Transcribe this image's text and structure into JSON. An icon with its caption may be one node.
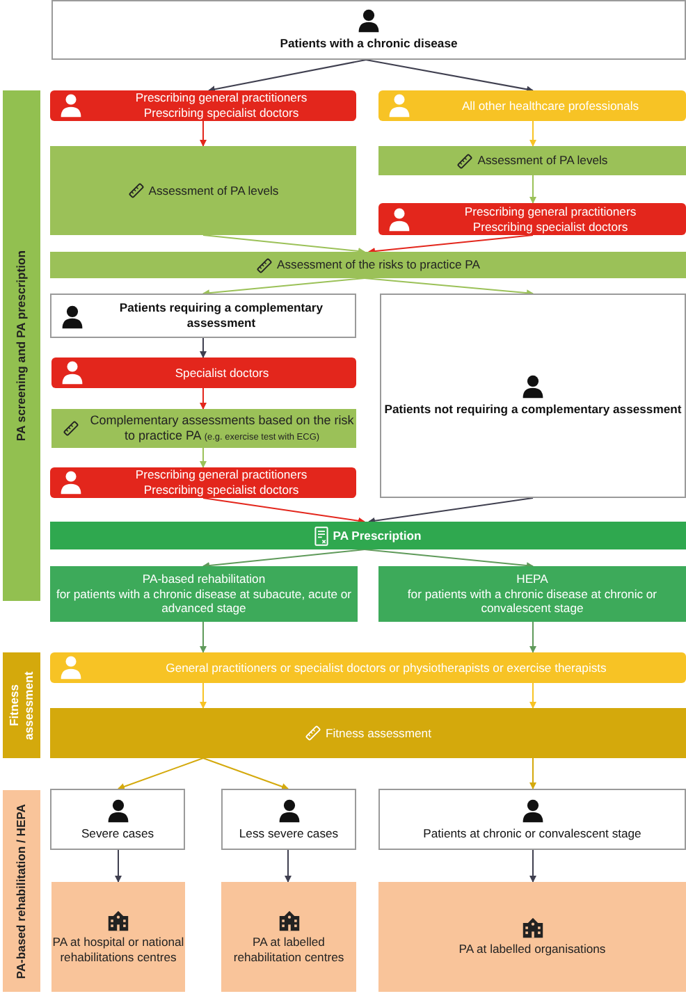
{
  "diagram": {
    "nodes": [
      {
        "text": [
          "Patients with a chronic disease"
        ]
      },
      {
        "text": [
          "PA screening and PA prescription"
        ]
      },
      {
        "text": [
          "Prescribing general practitioners",
          "Prescribing specialist doctors"
        ]
      },
      {
        "text": [
          "All other healthcare professionals"
        ]
      },
      {
        "text": [
          "Assessment of PA levels"
        ]
      },
      {
        "text": [
          "Assessment of PA levels"
        ]
      },
      {
        "text": [
          "Prescribing general practitioners",
          "Prescribing specialist doctors"
        ]
      },
      {
        "text": [
          "Assessment of the risks to practice PA"
        ]
      },
      {
        "text": [
          "Patients requiring a complementary assessment"
        ]
      },
      {
        "text": [
          "Patients not requiring a complementary assessment"
        ]
      },
      {
        "text": [
          "Specialist doctors"
        ]
      },
      {
        "text": [
          "Complementary assessments based on the risk to practice PA",
          "(e.g. exercise test with ECG)"
        ]
      },
      {
        "text": [
          "Prescribing general practitioners",
          "Prescribing specialist doctors"
        ]
      },
      {
        "text": [
          "PA Prescription"
        ]
      },
      {
        "text": [
          "PA-based rehabilitation",
          "for patients with a chronic disease at subacute, acute or advanced stage"
        ]
      },
      {
        "text": [
          "HEPA",
          "for patients with a chronic disease at chronic or convalescent stage"
        ]
      },
      {
        "text": [
          "Fitness assessment"
        ]
      },
      {
        "text": [
          "General practitioners or specialist doctors or physiotherapists or exercise therapists"
        ]
      },
      {
        "text": [
          "Fitness assessment"
        ]
      },
      {
        "text": [
          "PA-based rehabilitation / HEPA"
        ]
      },
      {
        "text": [
          "Severe cases"
        ]
      },
      {
        "text": [
          "Less severe cases"
        ]
      },
      {
        "text": [
          "Patients at chronic or convalescent stage"
        ]
      },
      {
        "text": [
          "PA at hospital or national rehabilitations centres"
        ]
      },
      {
        "text": [
          "PA at labelled rehabilitation centres"
        ]
      },
      {
        "text": [
          "PA at labelled organisations"
        ]
      }
    ],
    "edges": [
      {
        "from": 0,
        "to": 2,
        "arrow": "to"
      },
      {
        "from": 0,
        "to": 3,
        "arrow": "to"
      },
      {
        "from": 2,
        "to": 4,
        "arrow": "to",
        "color": "#e3261c"
      },
      {
        "from": 3,
        "to": 5,
        "arrow": "to",
        "color": "#f7c325"
      },
      {
        "from": 5,
        "to": 6,
        "arrow": "to",
        "color": "#9bc158"
      },
      {
        "from": 4,
        "to": 7,
        "arrow": "to",
        "color": "#9bc158"
      },
      {
        "from": 6,
        "to": 7,
        "arrow": "to",
        "color": "#e3261c"
      },
      {
        "from": 7,
        "to": 8,
        "arrow": "to",
        "color": "#9bc158"
      },
      {
        "from": 7,
        "to": 9,
        "arrow": "to",
        "color": "#9bc158"
      },
      {
        "from": 8,
        "to": 10,
        "arrow": "to"
      },
      {
        "from": 10,
        "to": 11,
        "arrow": "to",
        "color": "#e3261c"
      },
      {
        "from": 11,
        "to": 12,
        "arrow": "to",
        "color": "#9bc158"
      },
      {
        "from": 12,
        "to": 13,
        "arrow": "to",
        "color": "#e3261c"
      },
      {
        "from": 9,
        "to": 13,
        "arrow": "to"
      },
      {
        "from": 13,
        "to": 14,
        "arrow": "to",
        "color": "#5f9a5a"
      },
      {
        "from": 13,
        "to": 15,
        "arrow": "to",
        "color": "#5f9a5a"
      },
      {
        "from": 14,
        "to": 17,
        "arrow": "to",
        "color": "#5f9a5a"
      },
      {
        "from": 15,
        "to": 17,
        "arrow": "to",
        "color": "#5f9a5a"
      },
      {
        "from": 17,
        "to": 18,
        "arrow": "to",
        "color": "#f7c325"
      },
      {
        "from": 17,
        "to": 18,
        "arrow": "to",
        "color": "#f7c325"
      },
      {
        "from": 18,
        "to": 20,
        "arrow": "to",
        "color": "#d4a90c"
      },
      {
        "from": 18,
        "to": 21,
        "arrow": "to",
        "color": "#d4a90c"
      },
      {
        "from": 18,
        "to": 22,
        "arrow": "to",
        "color": "#d4a90c"
      },
      {
        "from": 20,
        "to": 23,
        "arrow": "to"
      },
      {
        "from": 21,
        "to": 24,
        "arrow": "to"
      },
      {
        "from": 22,
        "to": 25,
        "arrow": "to"
      }
    ]
  }
}
